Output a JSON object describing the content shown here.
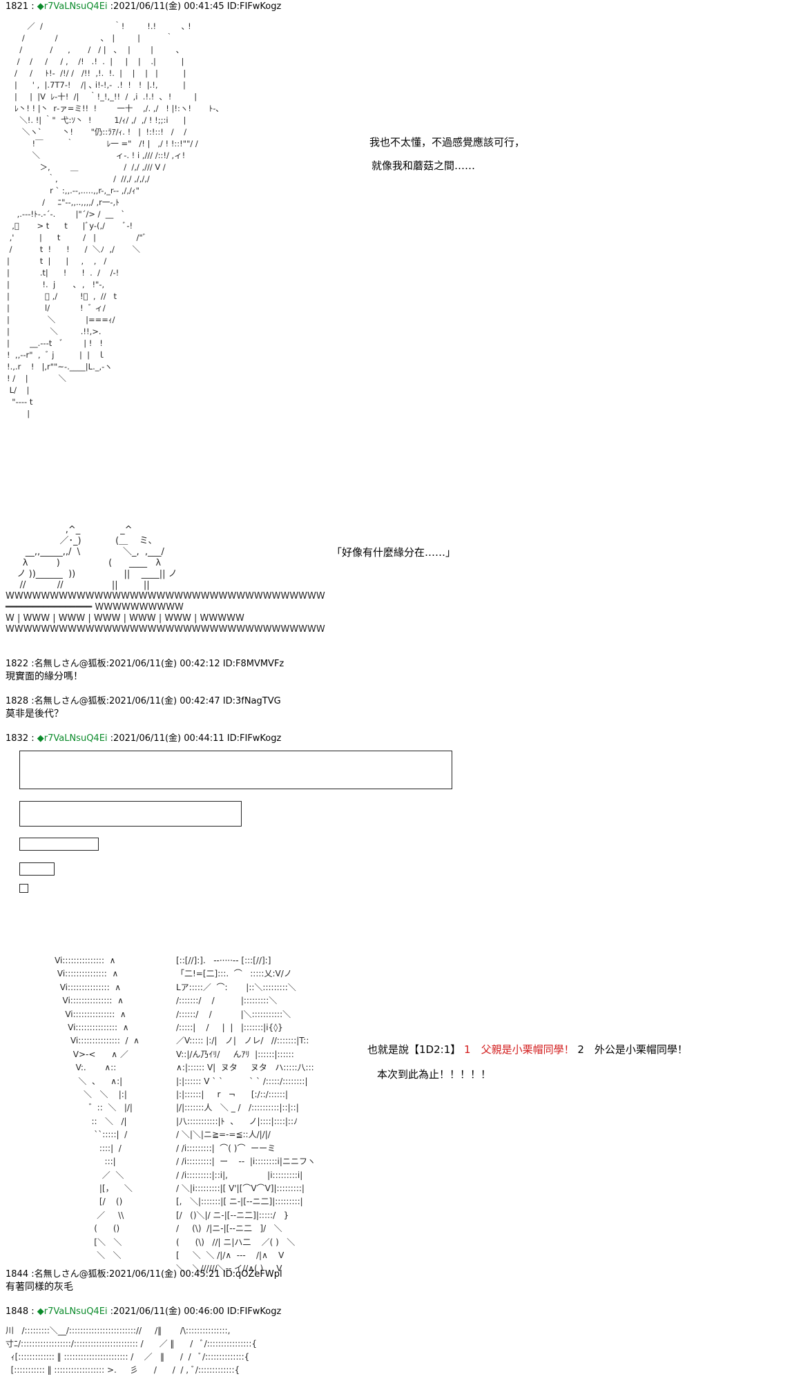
{
  "posts": [
    {
      "number": "1821",
      "trip": "◆r7VaLNsuQ4Ei",
      "date": "2021/06/11(金) 00:41:45",
      "id": "ID:FIFwKogz"
    },
    {
      "number": "1822",
      "name": "名無しさん@狐板",
      "date": "2021/06/11(金) 00:42:12",
      "id": "ID:F8MVMVFz",
      "body": "現實面的緣分嗎！"
    },
    {
      "number": "1828",
      "name": "名無しさん@狐板",
      "date": "2021/06/11(金) 00:42:47",
      "id": "ID:3fNagTVG",
      "body": "莫非是後代？"
    },
    {
      "number": "1832",
      "trip": "◆r7VaLNsuQ4Ei",
      "date": "2021/06/11(金) 00:44:11",
      "id": "ID:FIFwKogz"
    },
    {
      "number": "1844",
      "name": "名無しさん@狐板",
      "date": "2021/06/11(金) 00:45:21",
      "id": "ID:qOZeFWpl",
      "body": "有著同樣的灰毛"
    },
    {
      "number": "1848",
      "trip": "◆r7VaLNsuQ4Ei",
      "date": "2021/06/11(金) 00:46:00",
      "id": "ID:FIFwKogz"
    }
  ],
  "speech": {
    "line1": "我也不太懂，不過感覺應該可行，",
    "line2": "就像我和蘑菇之間……",
    "line3": "「好像有什麼緣分在……」",
    "dice_prefix": "也就是說【1D2:1】",
    "option1": "1　父親是小栗帽同學！",
    "option2": "2　外公是小栗帽同學！",
    "ending": "本次到此為止！！！！！"
  },
  "ascii_art": {
    "figure1": "        ／  /                            ｀!         !.!          ､ !\n      /            /                 ､   |         |          ｀ \n     /           /      ,       /   / |   ､    |        |         ､\n    /    /     /     / ,    /!   .!  .  |     |    |    .|          |\n   /     /     ﾄ!‐  /!/ /   /!!  ,!.  !.  |    |    |   |          |\n   |      ' ,  |.7T7-!    /| ､ i!-!,-  .!  !   !  |.!,          |\n   |     |  |V  ﾚ-十!  /|    ｀!_!,_!!  /  ,i  .!.!  ､  !         |\n   ﾚ丶! ! |丶  r‐ァ=ミ!!  !        一十    ,/. ,/   ! |!:ヽ!       ﾄ-､\n     ＼!. !| ｀\"  弋:ｿ丶  !         1/ｨ/ ,/  ,/ ! !;;:i      |\n      ＼ヽ`        丶!       \"仍::ﾗｱ/ｨ. !   |  !:!::!   /    /\n          !￣         ｀             ﾚ一 =\"   /! |   ,/ ! !::!\"\"/ /\n          ＼                              ィ-. ! i ,/// /::!/ ,ィ!\n             ＞,        ＿                  /  /,/ ,/// V /\n                ｀,                      /  //,/ ,/,/,/\n                 r ` :,,.--,.....,,r-,_r-- ,/,/ｨ\"\n              /     ﾆ\"‐-,,..,,,,/ ,r一-,ﾄ\n    ,.---!ﾄ-.-´-.        |\"´/> /  __   `\n  ,ﾞ       > t      t      |ﾞy-(,/       ﾞ-!\n ,'          |      t         /   |                /\"ﾞ\n /           t  !      !      /  ＼ﾉ  ,/       ＼\n|            t  |      |     ,    ,   /\n|            .t|      !      !  .  /    /-!\n|             !.  j       ､  ,   !\"-,\n|              ﾞ ,/         !ﾞ  ,  //   t\n|              l/            !  ﾞ ィ/\n|               ＼            |===ｨ/\n|                ＼         .!!,>.\n|        __.---t   ﾞ        | !   !\n!  ,,--r\"  ,  ﾞ j          |  |   ｌ\n!.,.r    !   |,r\"\"~-.____|L._,-ヽ\n! /    |            ＼\n L/    |\n  \"---- t\n        |",
    "horses": "                     ,^_              _^\n                   ／･_)            (＿    ミ､\n       __,,_____,,/  \\               ＼_,  ,___/\n      λ          )                 (      ____   λ\n    ノ ))______  ))                 ||    ____|| ノ\n     //           //                 ||         ||\nWWWWWWWWWWWWWWWWWWWWWWWWWWWWWWWWWWWW\n━━━━━━━━━━━━━━━━ WWWWWWWWWW\nW | WWW | WWW | WWW | WWW | WWW | WWWWW\nWWWWWWWWWWWWWWWWWWWWWWWWWWWWWWWWWWWW",
    "figure2_left": "     Vi:::::::::::::::  ∧\n      Vi:::::::::::::::  ∧\n       Vi:::::::::::::::  ∧\n        Vi:::::::::::::::  ∧\n         Vi:::::::::::::::  ∧\n          Vi:::::::::::::::  ∧\n           Vi:::::::::::::::  /  ∧\n            V>-<      ∧ ／\n             V:.       ∧::\n              ＼  、    ∧:|\n                ＼   ＼    |:|\n                  ゛::  ＼   |/|\n                   ::   ＼   /|\n                    ``:::::|  /\n                      ::::|  /\n                        :::|\n                       ／  ＼\n                      |[，    ＼\n                      [/    ()\n                     ／     \\\\\n                    (      ()\n                    [＼   ＼\n                     ＼   ＼",
    "figure2_right": "[::[//]:].   --·····-- [:::[//]:]\n「二!=[二]:::.  ⌒   :::::乂:V/ノ\nLア:::::／  ⌒:       |::＼:::::::::＼\n/:::::::/    /          |:::::::::＼\n/::::::/    /           |＼:::::::::::＼\n/:::::|    /     |  |   |:::::::|i{◊}\n／V::::: |:/|   ノ|   ノレ/   //:::::::|T::\nV::|/ん乃ｲﾘ/     んｱﾘ  |::::::|::::::\n∧:|:::::: V|  ヌタ     ヌタ   ハ:::::八:::\n|:|:::::: V ` `          ` ` /:::::/::::::::|\n|:|::::::|     r   ¬      [:/::/::::::|\n|/|:::::::人   ＼ _ /   /::::::::::|::|::|\n|八:::::::::::|ﾄ  、    ノ|::::|::::|::ﾉ\n/ ＼|＼|ニ≧=-=≦::人/|/|/\n/ /i:::::::::|  ⌒( )⌒  ーーミ\n/ /i:::::::::|  ー    --  |i::::::::i|ニニフヽ\n/ /i:::::::::|::i|,               |i:::::::::i|\n/ ＼|i:::::::::|[ V'|[⌒V⌒V]|:::::::::|\n[,   ＼|:::::::|[ ニ-|[--ニ二]|:::::::::|\n[/   ()＼|/ ニ-|[--ニ二]|:::::/   }\n/     (\\)  /|ニ-|[--ニ二   ]/   ＼\n(      (\\)   //| ニ|ハ二    ／( )   ＼\n[     ＼  ＼ /|/∧  ---    /|∧    V\n＼   ＼//////＼-- イ//∧( )     V",
    "figure3": "川   /:::::::::＼__/:::::::::::::::::::::::://     /‖       /\\:::::::::::::::,\n寸ﾆ/::::::::::::::::::/::::::::::::::::::::::: /      ／ ‖      /   ﾞ/::::::::::::::::{\n  ｨ[::::::::::::: ‖ ::::::::::::::::::::::: /    ／   ‖      /  /   ﾞ/::::::::::::::{\n  [::::::::::: ‖ :::::::::::::::::: >.     彡      /      /  / , ﾞ/:::::::::::::{"
  }
}
